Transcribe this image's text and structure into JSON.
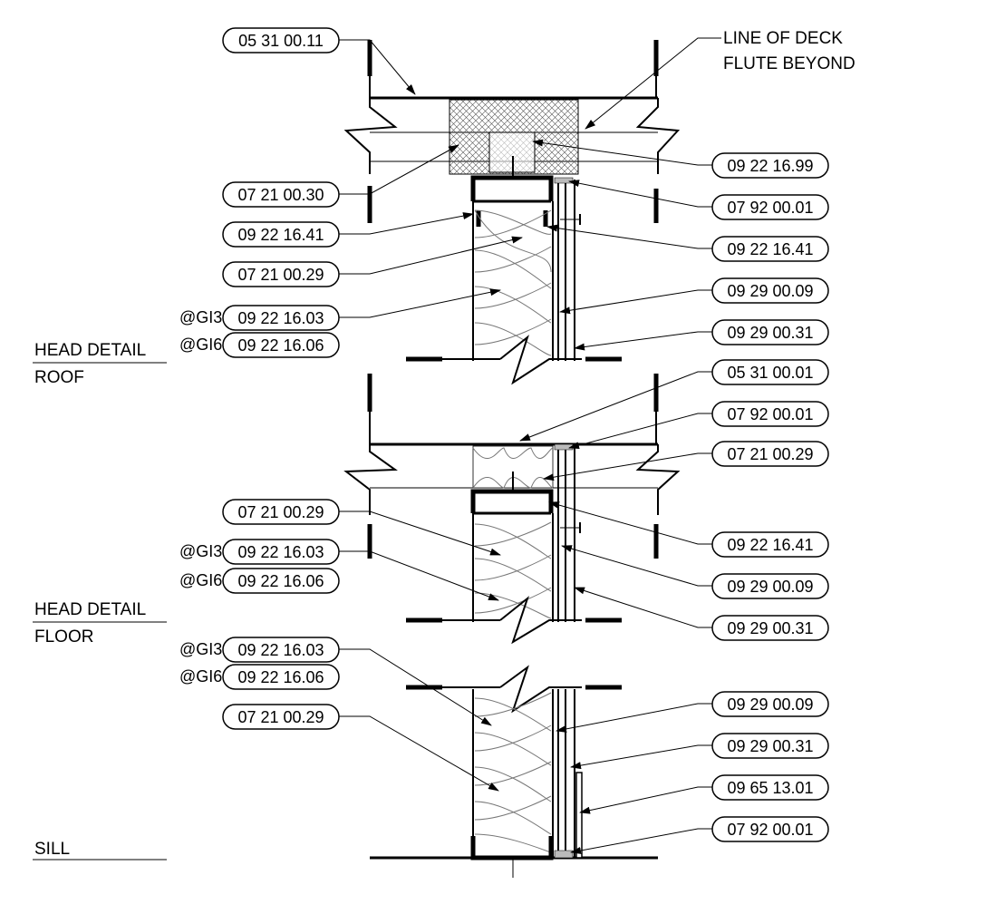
{
  "titles": {
    "roof_head": {
      "title": "HEAD DETAIL",
      "subtitle": "ROOF"
    },
    "floor_head": {
      "title": "HEAD DETAIL",
      "subtitle": "FLOOR"
    },
    "sill": {
      "title": "SILL"
    }
  },
  "notes": {
    "deck_flute_line1": "LINE OF DECK",
    "deck_flute_line2": "FLUTE BEYOND"
  },
  "prefixes": {
    "gi3": "@GI3",
    "gi6": "@GI6"
  },
  "tags": {
    "roof_left_1": "05 31 00.11",
    "roof_left_2": "07 21 00.30",
    "roof_left_3": "09 22 16.41",
    "roof_left_4": "07 21 00.29",
    "roof_left_5": "09 22 16.03",
    "roof_left_6": "09 22 16.06",
    "roof_right_1": "09 22 16.99",
    "roof_right_2": "07 92 00.01",
    "roof_right_3": "09 22 16.41",
    "roof_right_4": "09 29 00.09",
    "roof_right_5": "09 29 00.31",
    "floor_right_1": "05 31 00.01",
    "floor_right_2": "07 92 00.01",
    "floor_right_3": "07 21 00.29",
    "floor_left_1": "07 21 00.29",
    "floor_left_2": "09 22 16.03",
    "floor_left_3": "09 22 16.06",
    "floor_right_4": "09 22 16.41",
    "floor_right_5": "09 29 00.09",
    "floor_right_6": "09 29 00.31",
    "sill_left_1": "09 22 16.03",
    "sill_left_2": "09 22 16.06",
    "sill_left_3": "07 21 00.29",
    "sill_right_1": "09 29 00.09",
    "sill_right_2": "09 29 00.31",
    "sill_right_3": "09 65 13.01",
    "sill_right_4": "07 92 00.01"
  }
}
